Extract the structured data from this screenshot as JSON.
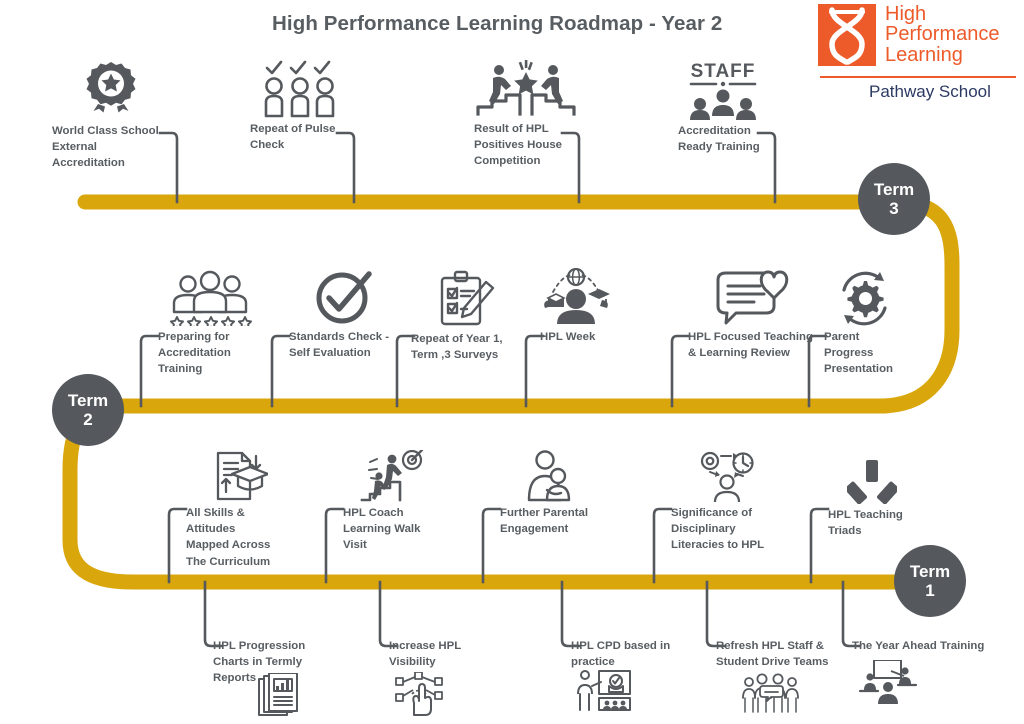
{
  "page": {
    "title": "High Performance Learning Roadmap - Year 2",
    "accent_gold": "#D9A60C",
    "dark_gray": "#55595d",
    "text_gray": "#585d62",
    "brand_orange": "#ee5b2b",
    "brand_navy": "#2c3a63"
  },
  "logo": {
    "line1": "High",
    "line2": "Performance",
    "line3": "Learning",
    "subtitle": "Pathway School",
    "mark": "dna-helix-icon"
  },
  "terms": [
    {
      "word": "Term",
      "number": "3",
      "name": "term-3-marker"
    },
    {
      "word": "Term",
      "number": "2",
      "name": "term-2-marker"
    },
    {
      "word": "Term",
      "number": "1",
      "name": "term-1-marker"
    }
  ],
  "rows": {
    "term3": {
      "label": "Term 3",
      "items": [
        {
          "label": "World Class School\nExternal\nAccreditation",
          "icon": "award-rosette-icon"
        },
        {
          "label": "Repeat of Pulse\nCheck",
          "icon": "three-people-checks-icon"
        },
        {
          "label": "Result of HPL\nPositives House\nCompetition",
          "icon": "podium-star-climbers-icon"
        },
        {
          "label": "Accreditation\nReady Training",
          "icon": "staff-group-icon"
        }
      ]
    },
    "term2": {
      "label": "Term 2",
      "items": [
        {
          "label": "Preparing for\nAccreditation\nTraining",
          "icon": "people-stars-icon"
        },
        {
          "label": "Standards Check -\nSelf Evaluation",
          "icon": "circle-check-icon"
        },
        {
          "label": "Repeat of Year 1,\nTerm ,3 Surveys",
          "icon": "clipboard-pencil-icon"
        },
        {
          "label": "HPL Week",
          "icon": "learner-globe-book-cap-icon"
        },
        {
          "label": "HPL Focused Teaching\n& Learning Review",
          "icon": "speech-bubble-heart-icon"
        },
        {
          "label": "Parent\nProgress\nPresentation",
          "icon": "gear-refresh-icon"
        }
      ]
    },
    "term1": {
      "label": "Term 1",
      "items_above": [
        {
          "label": "All Skills &\nAttitudes\nMapped Across\nThe Curriculum",
          "icon": "document-graduation-cap-icon"
        },
        {
          "label": "HPL Coach\nLearning Walk\nVisit",
          "icon": "runner-stairs-target-icon"
        },
        {
          "label": "Further Parental\nEngagement",
          "icon": "parent-child-icon"
        },
        {
          "label": "Significance of\nDisciplinary\nLiteracies to HPL",
          "icon": "gear-clock-person-icon"
        },
        {
          "label": "HPL Teaching\nTriads",
          "icon": "triad-y-icon"
        }
      ],
      "items_below": [
        {
          "label": "HPL Progression\nCharts in Termly\nReports",
          "icon": "report-bar-chart-icon"
        },
        {
          "label": "Increase HPL\nVisibility",
          "icon": "hand-network-icon"
        },
        {
          "label": "HPL CPD based in\npractice",
          "icon": "presenter-audience-icon"
        },
        {
          "label": "Refresh HPL Staff &\nStudent Drive Teams",
          "icon": "team-speech-icon"
        },
        {
          "label": "The Year Ahead Training",
          "icon": "classroom-training-icon"
        }
      ]
    }
  }
}
